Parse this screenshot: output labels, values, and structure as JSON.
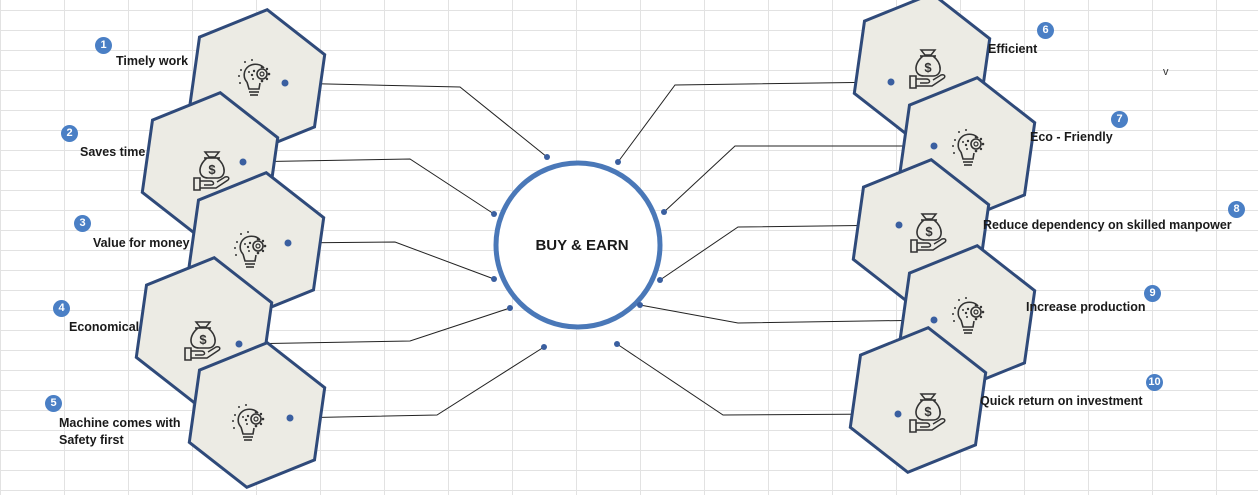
{
  "center": {
    "label": "BUY & EARN"
  },
  "items": [
    {
      "number": "1",
      "label": "Timely work",
      "icon": "lightbulb-gear-icon"
    },
    {
      "number": "2",
      "label": "Saves time",
      "icon": "money-bag-hand-icon"
    },
    {
      "number": "3",
      "label": "Value for money",
      "icon": "lightbulb-gear-icon"
    },
    {
      "number": "4",
      "label": "Economical",
      "icon": "money-bag-hand-icon"
    },
    {
      "number": "5",
      "label": "Machine comes with\nSafety first",
      "icon": "lightbulb-gear-icon"
    },
    {
      "number": "6",
      "label": "Efficient",
      "icon": "money-bag-hand-icon"
    },
    {
      "number": "7",
      "label": "Eco - Friendly",
      "icon": "lightbulb-gear-icon"
    },
    {
      "number": "8",
      "label": "Reduce dependency on skilled manpower",
      "icon": "money-bag-hand-icon"
    },
    {
      "number": "9",
      "label": "Increase production",
      "icon": "lightbulb-gear-icon"
    },
    {
      "number": "10",
      "label": "Quick return on investment",
      "icon": "money-bag-hand-icon"
    }
  ],
  "stray_text": "v",
  "colors": {
    "hex_fill": "#ecebe4",
    "hex_stroke": "#2f4a7a",
    "circle_stroke": "#4a78b8",
    "badge": "#4a7fc5",
    "dot": "#3a5fa0"
  }
}
